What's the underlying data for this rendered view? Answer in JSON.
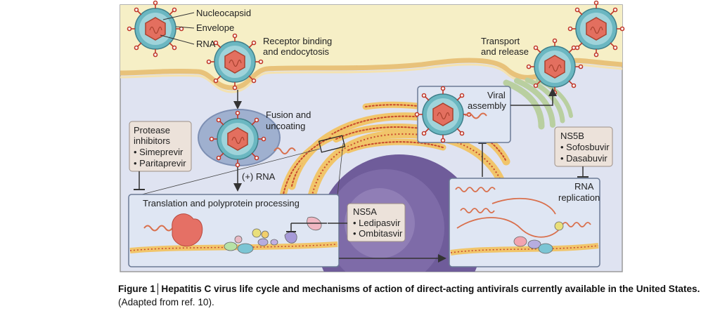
{
  "colors": {
    "extracellular": "#f6efc6",
    "cytoplasm": "#dfe3f1",
    "membrane": "#f2d79a",
    "nucleus": "#6f5c9a",
    "er": "#f1c56a",
    "er_dots": "#c7482f",
    "golgi": "#b9cfa0",
    "drug_box": "#ece2da",
    "capsid": "#e36f5f",
    "envelope": "#69b6c0",
    "spikes": "#c0392b",
    "rna": "#d9704d"
  },
  "labels": {
    "nucleocapsid": "Nucleocapsid",
    "envelope": "Envelope",
    "rna": "RNA",
    "receptor_line1": "Receptor binding",
    "receptor_line2": "and endocytosis",
    "transport_line1": "Transport",
    "transport_line2": "and release",
    "fusion_line1": "Fusion and",
    "fusion_line2": "uncoating",
    "plus_rna": "(+) RNA",
    "viral_line1": "Viral",
    "viral_line2": "assembly",
    "rna_rep_line1": "RNA",
    "rna_rep_line2": "replication",
    "translation": "Translation and polyprotein processing"
  },
  "drug_boxes": {
    "protease": {
      "title_line1": "Protease",
      "title_line2": "inhibitors",
      "drugs": [
        "• Simeprevir",
        "• Paritaprevir"
      ]
    },
    "ns5a": {
      "title": "NS5A",
      "drugs": [
        "• Ledipasvir",
        "• Ombitasvir"
      ]
    },
    "ns5b": {
      "title": "NS5B",
      "drugs": [
        "• Sofosbuvir",
        "• Dasabuvir"
      ]
    }
  },
  "caption": {
    "title": "Figure 1│Hepatitis C virus life cycle and mechanisms of action of direct-acting antivirals currently available in the United States.",
    "source": "(Adapted from ref. 10)."
  }
}
